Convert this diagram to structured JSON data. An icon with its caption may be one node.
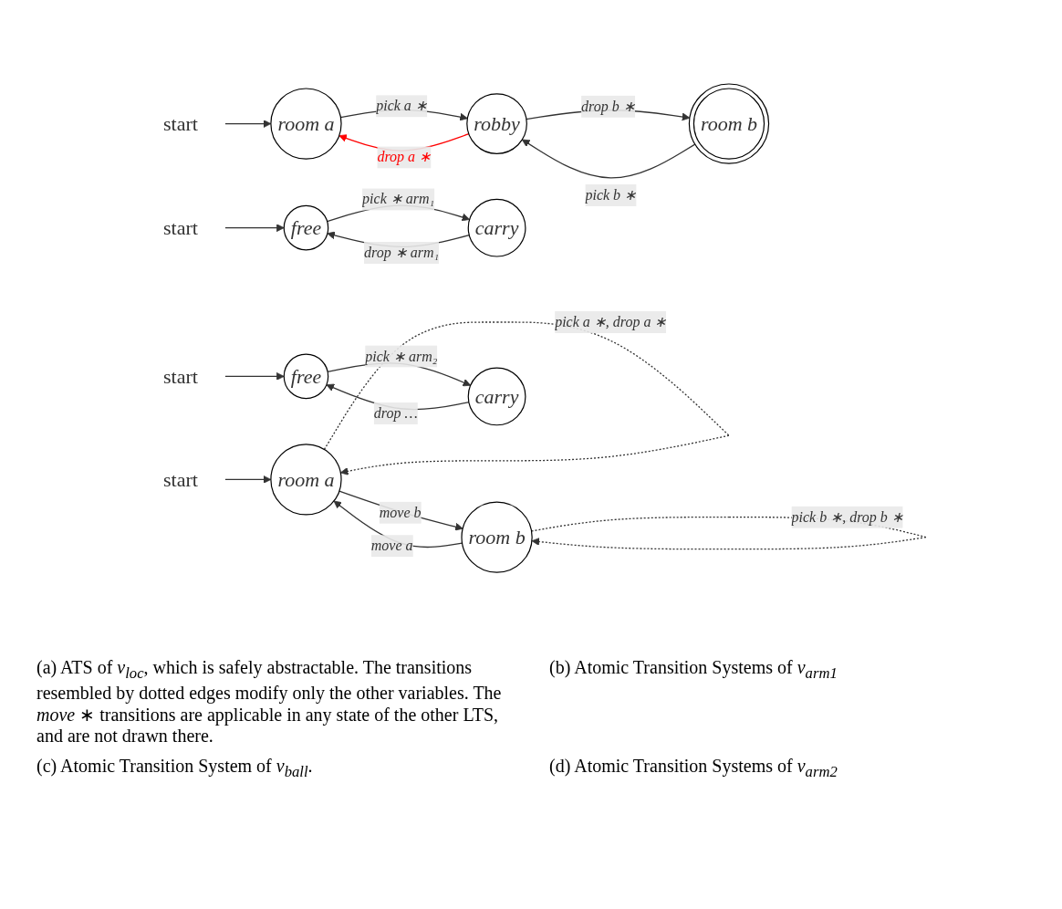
{
  "diagram": {
    "nodes": [
      {
        "text": [
          "start"
        ]
      },
      {
        "text": [
          "room a"
        ]
      },
      {
        "text": [
          "room b"
        ]
      },
      {
        "text": [
          "start"
        ]
      },
      {
        "text": [
          "free"
        ]
      },
      {
        "text": [
          "carry"
        ]
      },
      {
        "text": [
          "start"
        ]
      },
      {
        "text": [
          "room a"
        ]
      },
      {
        "text": [
          "robby"
        ]
      },
      {
        "text": [
          "room b"
        ]
      },
      {
        "text": [
          "start"
        ]
      },
      {
        "text": [
          "free"
        ]
      },
      {
        "text": [
          "carry"
        ]
      }
    ],
    "edges": [
      {
        "from": 0,
        "to": 1,
        "arrow": "to"
      },
      {
        "from": 1,
        "to": 1,
        "arrow": "to",
        "label": "pick a ∗, drop a ∗",
        "style": "dashed"
      },
      {
        "from": 1,
        "to": 2,
        "arrow": "to",
        "label": "move b"
      },
      {
        "from": 2,
        "to": 1,
        "arrow": "to",
        "label": "move a"
      },
      {
        "from": 2,
        "to": 2,
        "arrow": "to",
        "label": "pick b ∗, drop b ∗",
        "style": "dashed"
      },
      {
        "from": 3,
        "to": 4,
        "arrow": "to"
      },
      {
        "from": 4,
        "to": 5,
        "arrow": "to",
        "label": "pick  ∗ arm₁"
      },
      {
        "from": 5,
        "to": 4,
        "arrow": "to",
        "label": "drop  ∗ arm₁"
      },
      {
        "from": 6,
        "to": 7,
        "arrow": "to"
      },
      {
        "from": 7,
        "to": 8,
        "arrow": "to",
        "label": "pick a ∗"
      },
      {
        "from": 8,
        "to": 7,
        "arrow": "to",
        "label": "drop a ∗",
        "color": "#ff0000"
      },
      {
        "from": 8,
        "to": 9,
        "arrow": "to",
        "label": "drop b ∗"
      },
      {
        "from": 9,
        "to": 8,
        "arrow": "to",
        "label": "pick b ∗"
      },
      {
        "from": 10,
        "to": 11,
        "arrow": "to"
      },
      {
        "from": 11,
        "to": 12,
        "arrow": "to",
        "label": "pick  ∗ arm₂"
      },
      {
        "from": 12,
        "to": 11,
        "arrow": "to",
        "label": "drop  …"
      }
    ],
    "labels": [
      "(a) ATS of *v*$_{loc}$, which is safely abstractable. The transitions resembled by dotted edges modify only the other variables. The *move* ∗ transitions are applicable in any state of the other LTS, and are not drawn there.",
      "(b) Atomic Transition Systems of *v*$_{arm1}$",
      "(c) Atomic Transition System of *v*$_{ball}$.",
      "(d) Atomic Transition Systems of *v*$_{arm2}$"
    ]
  }
}
